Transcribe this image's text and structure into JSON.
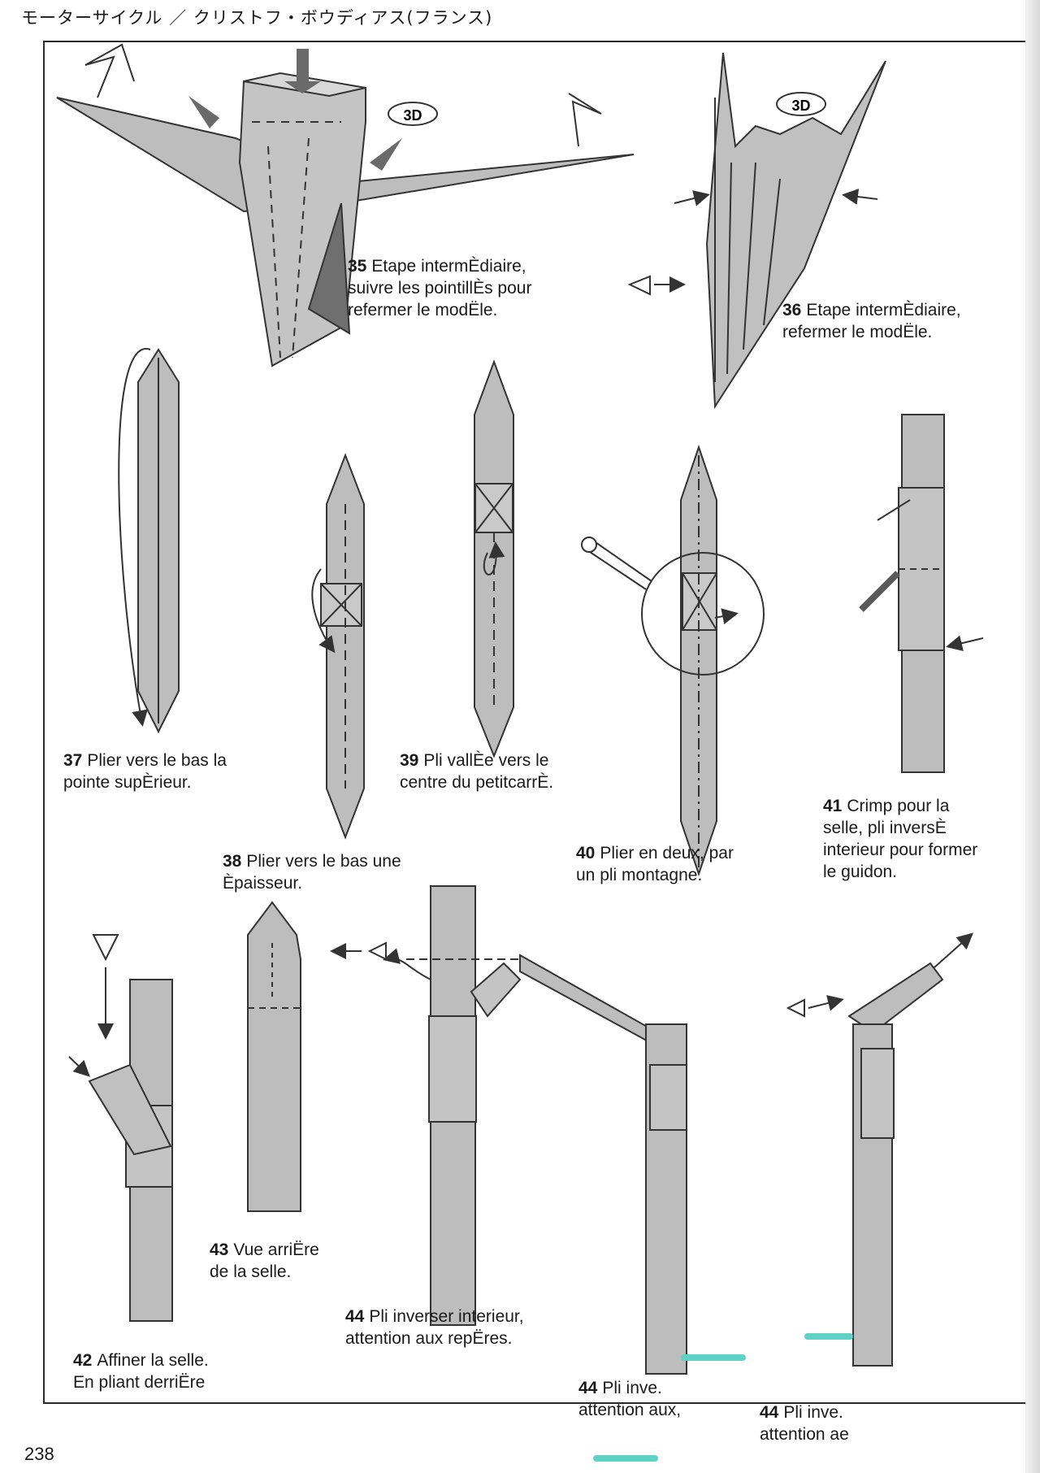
{
  "header": {
    "title": "モーターサイクル ／ クリストフ・ボウディアス(フランス)"
  },
  "page_number": "238",
  "badges": {
    "step35": "3D",
    "step36": "3D"
  },
  "steps": [
    {
      "number": "35",
      "lines": [
        "Etape intermÈdiaire,",
        "suivre les pointillÈs pour",
        "refermer le modËle."
      ]
    },
    {
      "number": "36",
      "lines": [
        "Etape intermÈdiaire,",
        "refermer le modËle."
      ]
    },
    {
      "number": "37",
      "lines": [
        "Plier vers le bas la",
        "pointe supÈrieur."
      ]
    },
    {
      "number": "38",
      "lines": [
        "Plier vers le bas une",
        "Èpaisseur."
      ]
    },
    {
      "number": "39",
      "lines": [
        "Pli vallÈe vers le",
        "centre du petitcarrÈ."
      ]
    },
    {
      "number": "40",
      "lines": [
        "Plier en deux, par",
        "un pli montagne."
      ]
    },
    {
      "number": "41",
      "lines": [
        "Crimp pour la",
        "selle, pli inversÈ",
        "interieur pour former",
        "le guidon."
      ]
    },
    {
      "number": "42",
      "lines": [
        "Affiner la selle.",
        "En pliant derriËre"
      ]
    },
    {
      "number": "43",
      "lines": [
        "Vue arriËre",
        "de la selle."
      ]
    },
    {
      "number": "44",
      "lines": [
        "Pli inverser interieur,",
        "attention aux repËres."
      ]
    },
    {
      "number": "44",
      "lines": [
        "Pli inve.",
        "attention aux,"
      ]
    },
    {
      "number": "44",
      "lines": [
        "Pli inve.",
        "attention ae"
      ]
    }
  ],
  "colors": {
    "paper": "#bdbdbd",
    "paper_dark": "#8a8a8a",
    "line": "#333333",
    "arrow": "#555555",
    "accent": "#5fd1c7"
  }
}
